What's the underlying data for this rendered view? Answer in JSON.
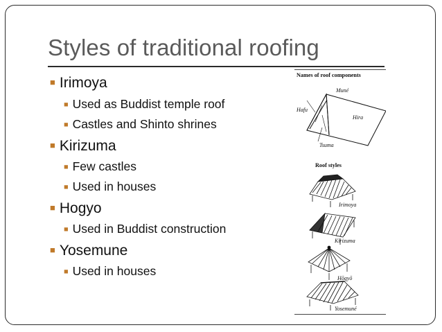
{
  "slide": {
    "title": "Styles of traditional roofing",
    "accent_color": "#c07a2a",
    "bullet_glyph": "■",
    "items": [
      {
        "label": "Irimoya",
        "sub": [
          "Used as Buddist temple roof",
          "Castles and Shinto shrines"
        ]
      },
      {
        "label": "Kirizuma",
        "sub": [
          "Few castles",
          "Used in houses"
        ]
      },
      {
        "label": "Hogyo",
        "sub": [
          "Used in Buddist construction"
        ]
      },
      {
        "label": "Yosemune",
        "sub": [
          "Used in houses"
        ]
      }
    ]
  },
  "figure": {
    "components_heading": "Names of roof components",
    "labels": {
      "mune": "Muné",
      "hafu": "Hafu",
      "hira": "Hira",
      "tsuma": "Tsuma"
    },
    "styles_heading": "Roof styles",
    "styles": [
      "Irimoya",
      "Kirizuma",
      "Hōgyō",
      "Yosemuné"
    ]
  }
}
